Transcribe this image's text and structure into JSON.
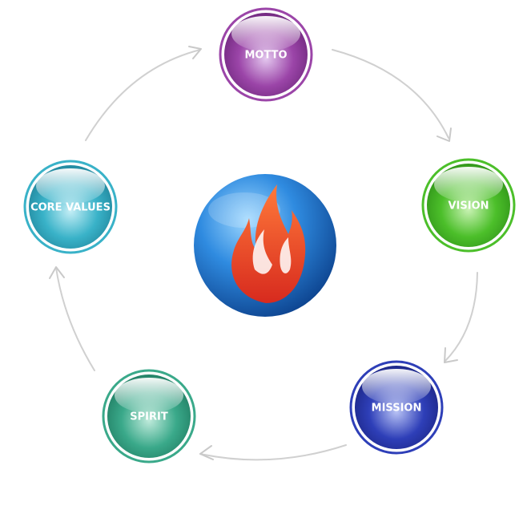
{
  "nodes": [
    {
      "id": "motto",
      "label": "MOTTO",
      "color": "#9b45a8",
      "light": "#e3c7ee",
      "dark": "#6b2479"
    },
    {
      "id": "vision",
      "label": "VISION",
      "color": "#4cbf2a",
      "light": "#c9f2b4",
      "dark": "#2d8f17"
    },
    {
      "id": "mission",
      "label": "MISSION",
      "color": "#2e3fb8",
      "light": "#b9c3f5",
      "dark": "#1a2380"
    },
    {
      "id": "spirit",
      "label": "SPIRIT",
      "color": "#3aa98a",
      "light": "#bfeadb",
      "dark": "#1f7a60"
    },
    {
      "id": "core-values",
      "label": "CORE VALUES",
      "color": "#39b2c8",
      "light": "#c4eef6",
      "dark": "#1e8197"
    }
  ],
  "center": {
    "icon": "flame-logo-icon",
    "globe_color": "#1e6fc0",
    "flame_color": "#e8402a"
  },
  "connector_color": "#cccccc"
}
